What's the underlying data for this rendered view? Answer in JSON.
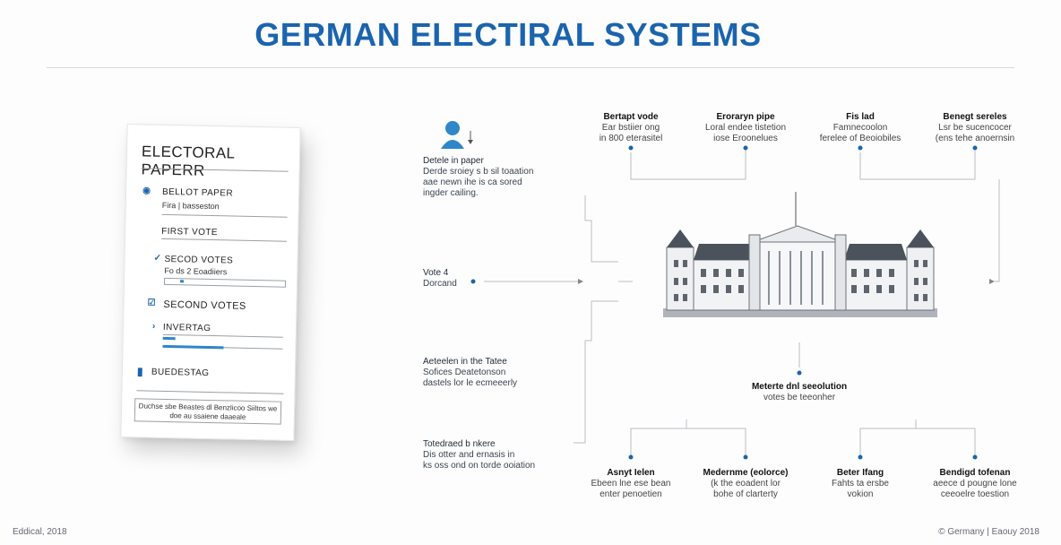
{
  "title": "GERMAN ELECTIRAL SYSTEMS",
  "ballot": {
    "heading": "ELECTORAL PAPERR",
    "ballot_paper": "BELLOT PAPER",
    "ballot_paper_sub": "Fira | basseston",
    "first_vote": "FIRST VOTE",
    "secor_votes": "SECOD VOTES",
    "secor_votes_sub": "Fo ds 2 Eoadiiers",
    "second_votes": "SECOND VOTES",
    "invertag": "INVERTAG",
    "buedestag": "BUEDESTAG",
    "note": "Duchse sbe Beastes dl Benzlicoo Siiltos we doe au ssaiene daaeale"
  },
  "left_annotations": [
    {
      "title": "Detele in paper",
      "text": [
        "Derde sroiey s b sil toaation",
        "aae newn ihe is ca sored",
        "ingder cailing."
      ]
    },
    {
      "title": "Vote 4",
      "text": [
        "Dorcand"
      ]
    },
    {
      "title": "Aeteelen in the Tatee",
      "text": [
        "Sofices Deatetonson",
        "dastels lor le ecmeeerly"
      ]
    },
    {
      "title": "Totedraed b nkere",
      "text": [
        "Dis otter and ernasis in",
        "ks oss ond on torde ooiation"
      ]
    }
  ],
  "top_nodes": [
    {
      "title": "Bertapt vode",
      "desc": [
        "Ear bstiier ong",
        "in 800 eterasitel"
      ]
    },
    {
      "title": "Eroraryn pipe",
      "desc": [
        "Loral endee tistetion",
        "iose Eroonelues"
      ]
    },
    {
      "title": "Fis lad",
      "desc": [
        "Famnecoolon",
        "ferelee of Beoiobiles"
      ]
    },
    {
      "title": "Benegt sereles",
      "desc": [
        "Lsr be sucencocer",
        "(ens tehe anoernsin"
      ]
    }
  ],
  "center": {
    "title": "Meterte dnl seeolution",
    "desc": "votes be teeonher"
  },
  "bottom_nodes": [
    {
      "title": "Asnyt Ielen",
      "desc": [
        "Ebeen lne ese bean",
        "enter penoetien"
      ]
    },
    {
      "title": "Medernme (eolorce)",
      "desc": [
        "(k the eoadent lor",
        "bohe of clarterty"
      ]
    },
    {
      "title": "Beter Ifang",
      "desc": [
        "Fahts ta ersbe",
        "vokion"
      ]
    },
    {
      "title": "Bendigd tofenan",
      "desc": [
        "aeece d pougne lone",
        "ceeoelre toestion"
      ]
    }
  ],
  "footer": {
    "left": "Eddical, 2018",
    "right": "© Germany | Eaouy 2018"
  },
  "colors": {
    "accent": "#1b64ae",
    "line": "#9aa0a6"
  }
}
